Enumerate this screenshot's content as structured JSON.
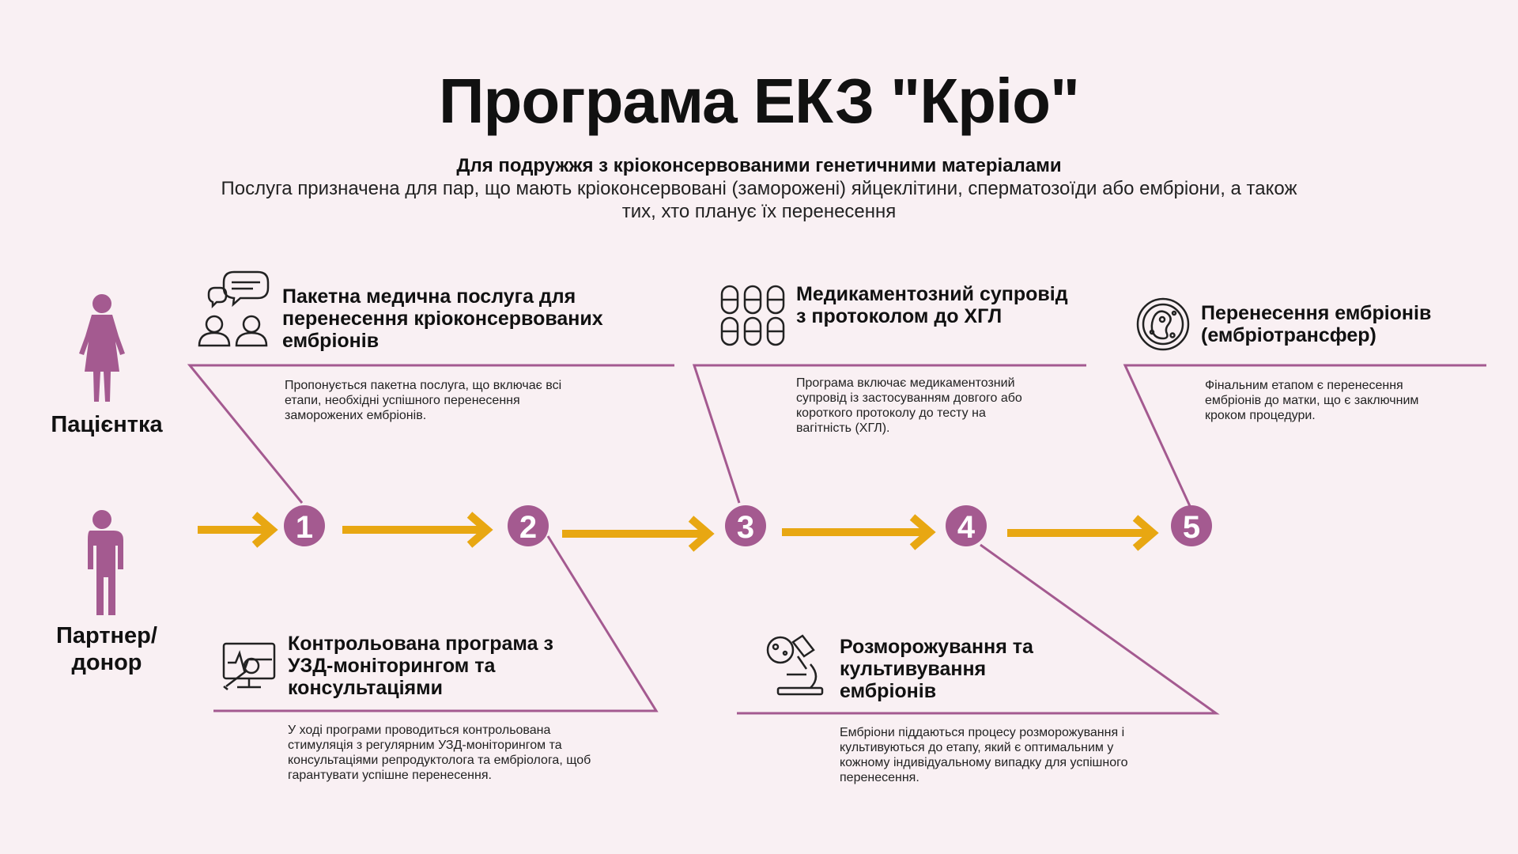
{
  "title": "Програма ЕКЗ \"Кріо\"",
  "subtitle": "Для подружжя з кріоконсервованими генетичними матеріалами",
  "description": "Послуга призначена для пар, що мають кріоконсервовані (заморожені) яйцеклітини, сперматозоїди або ембріони, а також тих, хто планує їх перенесення",
  "persons": {
    "patient": "Пацієнтка",
    "partner": "Партнер/ донор"
  },
  "colors": {
    "accent": "#a45a90",
    "arrow": "#e8a712",
    "line": "#a45a90",
    "background": "#f9f0f3"
  },
  "numbers": [
    "1",
    "2",
    "3",
    "4",
    "5"
  ],
  "steps": [
    {
      "icon": "consultation-icon",
      "title": "Пакетна медична послуга для перенесення кріоконсервованих ембріонів",
      "text": "Пропонується пакетна послуга, що включає всі етапи, необхідні успішного перенесення заморожених ембріонів."
    },
    {
      "icon": "ultrasound-monitor-icon",
      "title": "Контрольована програма з УЗД-моніторингом та консультаціями",
      "text": "У ході програми проводиться контрольована стимуляція з регулярним УЗД-моніторингом та консультаціями репродуктолога та ембріолога, щоб гарантувати успішне перенесення."
    },
    {
      "icon": "pills-icon",
      "title": "Медикаментозний супровід з протоколом до ХГЛ",
      "text": "Програма включає медикаментозний супровід із застосуванням довгого або короткого протоколу до тесту на вагітність (ХГЛ)."
    },
    {
      "icon": "microscope-icon",
      "title": "Розморожування та культивування ембріонів",
      "text": "Ембріони піддаються процесу розморожування і культивуються до етапу, який є оптимальним у кожному індивідуальному випадку для успішного перенесення."
    },
    {
      "icon": "embryo-icon",
      "title": "Перенесення ембріонів (ембріотрансфер)",
      "text": "Фінальним етапом є перенесення ембріонів до матки, що є заключним кроком процедури."
    }
  ]
}
